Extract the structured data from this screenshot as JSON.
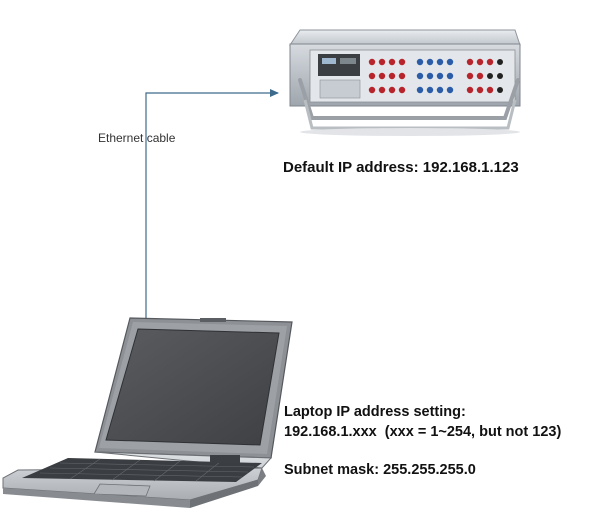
{
  "connection": {
    "label": "Ethernet cable",
    "line_color": "#3d6b8c"
  },
  "device": {
    "icon": "relay-test-set-icon",
    "default_ip": "Default IP address: 192.168.1.123"
  },
  "laptop": {
    "icon": "laptop-icon",
    "ip_setting_title": "Laptop IP address setting:",
    "ip_setting_range": "192.168.1.xxx  (xxx = 1~254, but not 123)",
    "subnet_mask": "Subnet mask: 255.255.255.0"
  }
}
